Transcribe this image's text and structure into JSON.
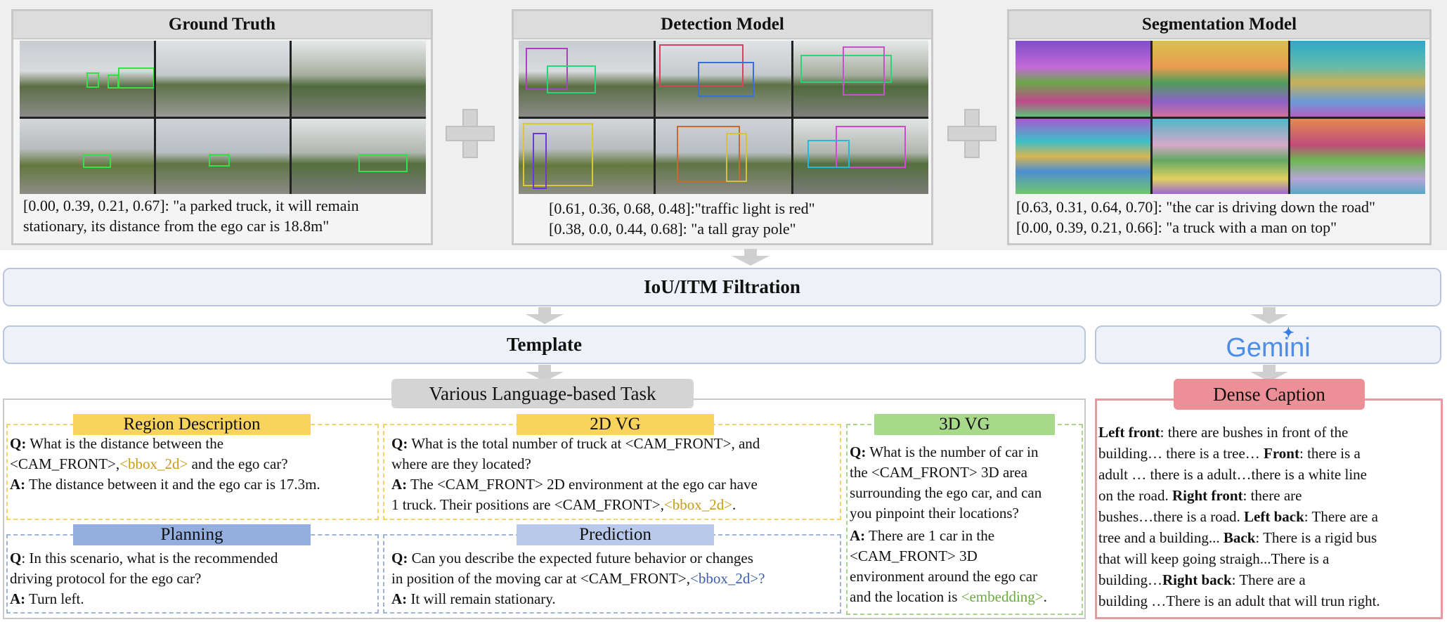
{
  "sources": {
    "ground_truth": {
      "title": "Ground Truth",
      "caption_lines": [
        "[0.00, 0.39, 0.21, 0.67]: \"a parked truck, it will remain",
        "stationary, its distance from the ego car is 18.8m\""
      ]
    },
    "detection": {
      "title": "Detection Model",
      "caption_lines": [
        "[0.61, 0.36, 0.68, 0.48]:\"traffic light is red\"",
        "[0.38, 0.0, 0.44, 0.68]: \"a tall gray pole\""
      ]
    },
    "segmentation": {
      "title": "Segmentation Model",
      "caption_lines": [
        "[0.63, 0.31, 0.64, 0.70]: \"the car is driving down the road\"",
        "[0.00, 0.39, 0.21, 0.66]: \"a truck with a man on top\""
      ]
    }
  },
  "filtration_label": "IoU/ITM Filtration",
  "template_label": "Template",
  "gemini_label": "Gemini",
  "tasks_title": "Various Language-based Task",
  "dense_caption_title": "Dense Caption",
  "tasks": {
    "region": {
      "title": "Region Description",
      "q_prefix": "Q:",
      "q_text_1": " What is the distance between the",
      "q_text_2a": "<CAM_FRONT>,",
      "q_bbox": "<bbox_2d>",
      "q_text_2b": " and the ego car?",
      "a_prefix": "A:",
      "a_text": " The distance between it and the ego car is 17.3m."
    },
    "vg2d": {
      "title": "2D VG",
      "q_prefix": "Q:",
      "q_text_1": " What is the total number of truck at <CAM_FRONT>, and",
      "q_text_2": "where are they located?",
      "a_prefix": "A:",
      "a_text_1": " The <CAM_FRONT> 2D environment at the ego car have",
      "a_text_2a": "1 truck. Their positions are <CAM_FRONT>,",
      "a_bbox": "<bbox_2d>",
      "a_text_2b": "."
    },
    "vg3d": {
      "title": "3D VG",
      "q_prefix": "Q:",
      "q_lines": [
        " What is the number of car in",
        "the  <CAM_FRONT> 3D area",
        "surrounding the ego car, and can",
        "you pinpoint their locations?"
      ],
      "a_prefix": "A:",
      "a_lines": [
        " There are 1 car in the",
        "<CAM_FRONT> 3D",
        "environment around the ego car"
      ],
      "a_last": "and the location is ",
      "a_embedding": "<embedding>",
      "a_end": "."
    },
    "planning": {
      "title": "Planning",
      "q_prefix": "Q",
      "q_text_1": ": In this scenario, what is the recommended",
      "q_text_2": "driving protocol for the ego car?",
      "a_prefix": "A:",
      "a_text": " Turn left."
    },
    "prediction": {
      "title": "Prediction",
      "q_prefix": "Q:",
      "q_text_1": " Can you describe the expected future behavior or changes",
      "q_text_2a": "in position of the moving car at <CAM_FRONT>,",
      "q_bbox": "<bbox_2d>?",
      "a_prefix": "A:",
      "a_text": "  It will remain stationary."
    }
  },
  "dense_caption": {
    "l1_b": "Left front",
    "l1": ": there are bushes in front of the",
    "l2": "building… there is a tree…  ",
    "l2_b": "Front",
    "l2_end": ": there is a",
    "l3": "adult …  there is a adult…there is a white line",
    "l4": "on the road. ",
    "l4_b": "Right front",
    "l4_end": ": there are",
    "l5": "bushes…there is a road. ",
    "l5_b": "Left back",
    "l5_end": ": There are a",
    "l6": "tree and a building... ",
    "l6_b": "Back",
    "l6_end": ": There is a rigid bus",
    "l7": "that will keep going straigh...There is a",
    "l8": "building…",
    "l8_b": "Right back",
    "l8_end": ": There are a",
    "l9": "building …There is an adult that will trun right."
  },
  "colors": {
    "region_label": "#f9d45c",
    "vg2d_label": "#f9d45c",
    "vg3d_label": "#a8d88a",
    "planning_label": "#93aedf",
    "prediction_label": "#b8c9ea",
    "dense_label": "#ec8f96",
    "dense_border": "#e59aa0",
    "gemini": "#4c8de6"
  }
}
